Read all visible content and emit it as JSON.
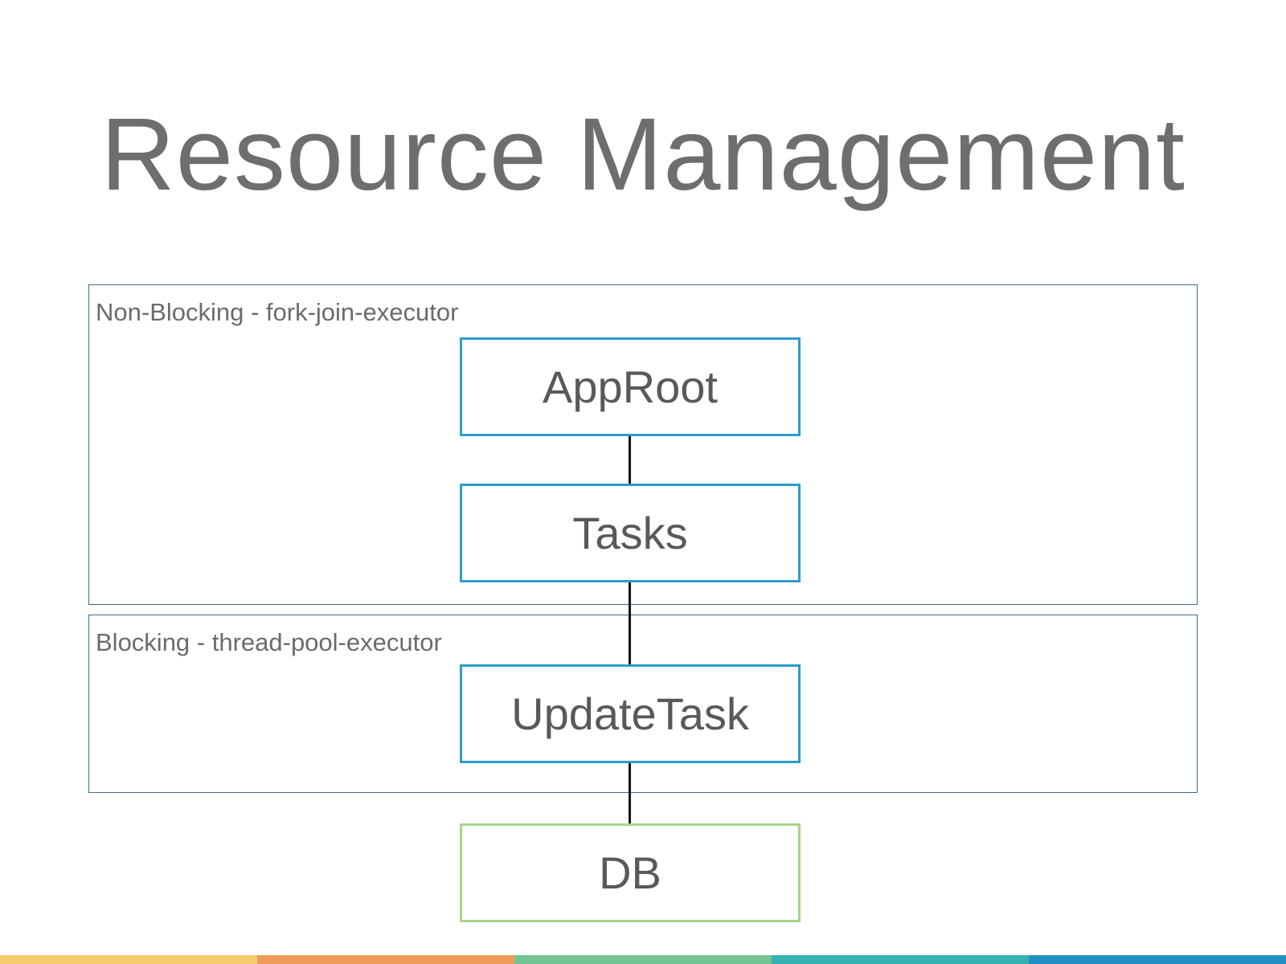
{
  "slide": {
    "title": "Resource Management"
  },
  "regions": {
    "non_blocking": {
      "label": "Non-Blocking - fork-join-executor"
    },
    "blocking": {
      "label": "Blocking - thread-pool-executor"
    }
  },
  "nodes": {
    "app_root": "AppRoot",
    "tasks": "Tasks",
    "update_task": "UpdateTask",
    "db": "DB"
  },
  "colors": {
    "node_border": "#2e9cc9",
    "db_border": "#a9d48a",
    "region_border": "#3c6e8c",
    "footer_bar": [
      "#f6cc6f",
      "#ef9c5c",
      "#74c593",
      "#36b3b1",
      "#2290c5"
    ]
  }
}
